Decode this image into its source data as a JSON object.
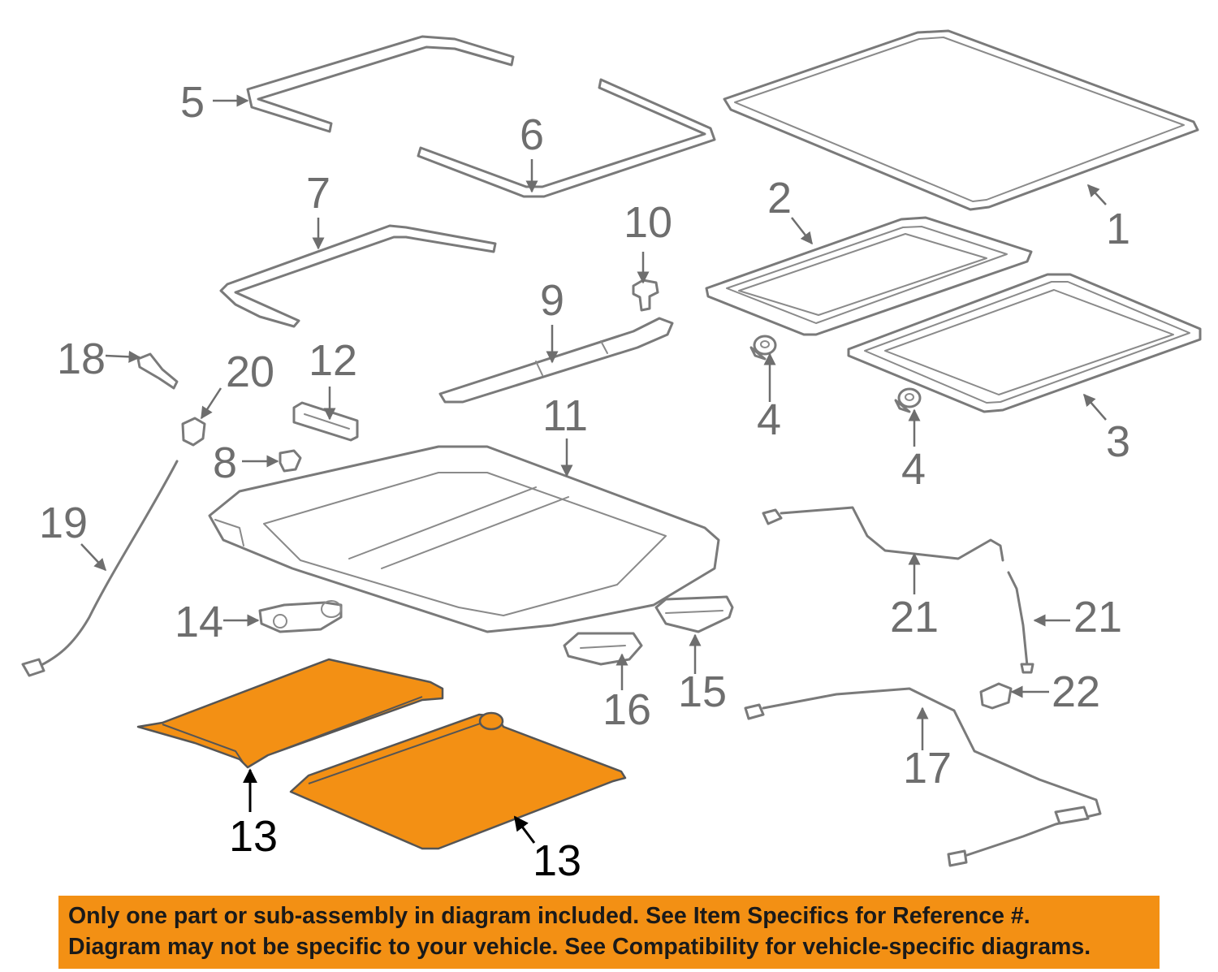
{
  "callouts": {
    "c1": "1",
    "c2": "2",
    "c3": "3",
    "c4a": "4",
    "c4b": "4",
    "c5": "5",
    "c6": "6",
    "c7": "7",
    "c8": "8",
    "c9": "9",
    "c10": "10",
    "c11": "11",
    "c12": "12",
    "c13a": "13",
    "c13b": "13",
    "c14": "14",
    "c15": "15",
    "c16": "16",
    "c17": "17",
    "c18": "18",
    "c19": "19",
    "c20": "20",
    "c21a": "21",
    "c21b": "21",
    "c22": "22"
  },
  "highlighted_part": "13",
  "notice": {
    "line1": "Only one part or sub-assembly in diagram included. See Item Specifics for Reference #.",
    "line2": "Diagram may not be specific to your vehicle. See Compatibility for vehicle-specific diagrams."
  },
  "colors": {
    "highlight": "#f39014",
    "line": "#7a7a7a",
    "highlight_label": "#000000"
  }
}
